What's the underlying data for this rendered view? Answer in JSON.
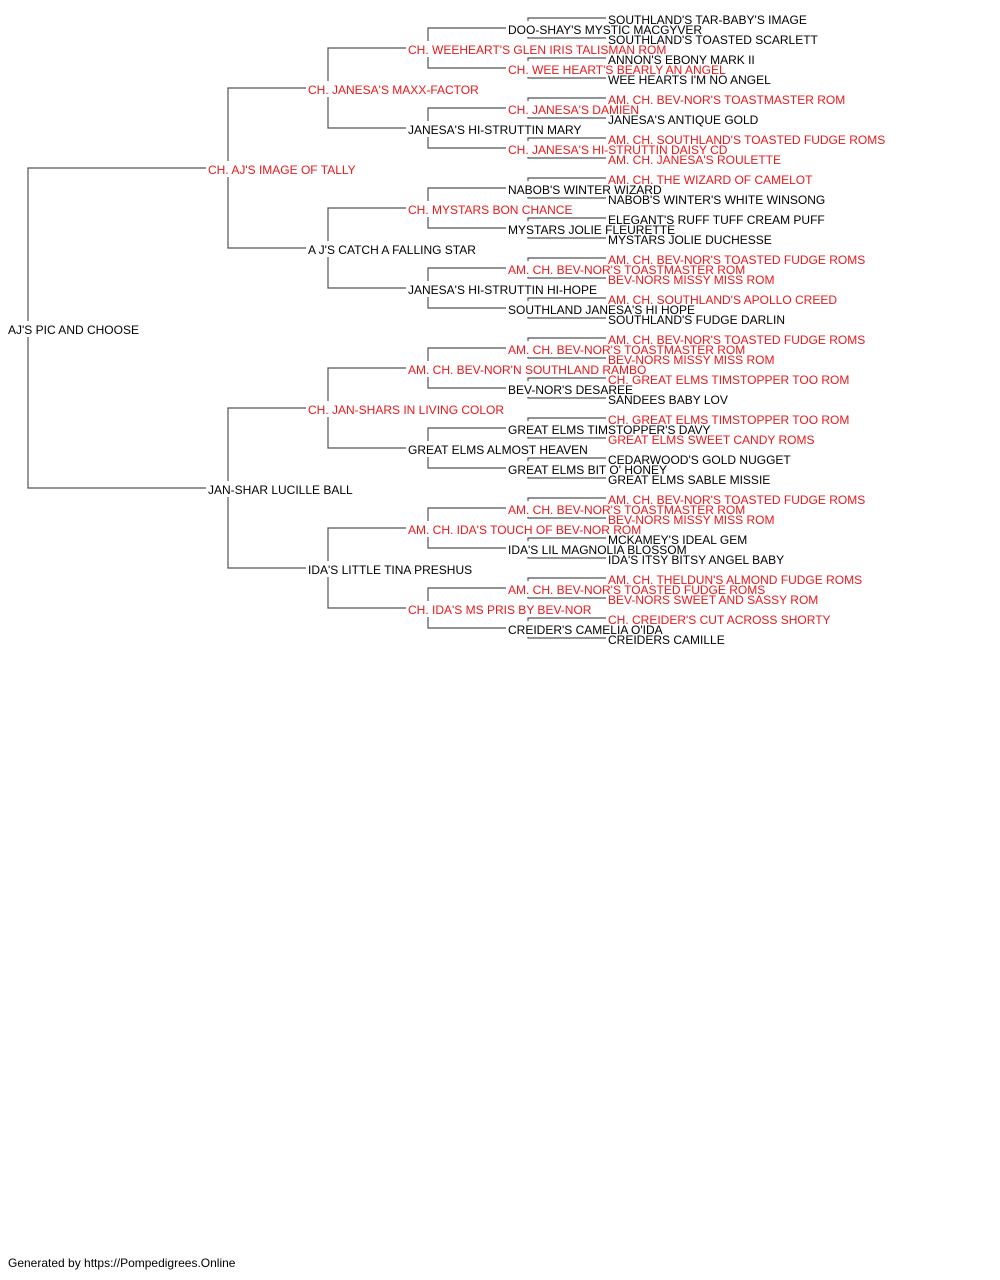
{
  "colors": {
    "champion": "#e8191c",
    "normal": "#000000"
  },
  "pedigree": {
    "name": "AJ'S PIC AND CHOOSE",
    "champion": false,
    "sire": {
      "name": "CH. AJ'S IMAGE OF TALLY",
      "champion": true,
      "sire": {
        "name": "CH. JANESA'S MAXX-FACTOR",
        "champion": true,
        "sire": {
          "name": "CH. WEEHEART'S GLEN IRIS TALISMAN ROM",
          "champion": true,
          "sire": {
            "name": "DOO-SHAY'S MYSTIC MACGYVER",
            "champion": false,
            "sire": {
              "name": "SOUTHLAND'S TAR-BABY'S IMAGE",
              "champion": false
            },
            "dam": {
              "name": "SOUTHLAND'S TOASTED SCARLETT",
              "champion": false
            }
          },
          "dam": {
            "name": "CH. WEE HEART'S BEARLY AN ANGEL",
            "champion": true,
            "sire": {
              "name": "ANNON'S EBONY MARK II",
              "champion": false
            },
            "dam": {
              "name": "WEE HEARTS I'M NO ANGEL",
              "champion": false
            }
          }
        },
        "dam": {
          "name": "JANESA'S HI-STRUTTIN MARY",
          "champion": false,
          "sire": {
            "name": "CH. JANESA'S DAMIEN",
            "champion": true,
            "sire": {
              "name": "AM. CH. BEV-NOR'S TOASTMASTER ROM",
              "champion": true
            },
            "dam": {
              "name": "JANESA'S ANTIQUE GOLD",
              "champion": false
            }
          },
          "dam": {
            "name": "CH. JANESA'S HI-STRUTTIN DAISY CD",
            "champion": true,
            "sire": {
              "name": "AM. CH. SOUTHLAND'S TOASTED FUDGE ROMS",
              "champion": true
            },
            "dam": {
              "name": "AM. CH. JANESA'S ROULETTE",
              "champion": true
            }
          }
        }
      },
      "dam": {
        "name": "A J'S CATCH A FALLING STAR",
        "champion": false,
        "sire": {
          "name": "CH. MYSTARS BON CHANCE",
          "champion": true,
          "sire": {
            "name": "NABOB'S WINTER WIZARD",
            "champion": false,
            "sire": {
              "name": "AM. CH. THE WIZARD OF CAMELOT",
              "champion": true
            },
            "dam": {
              "name": "NABOB'S WINTER'S WHITE WINSONG",
              "champion": false
            }
          },
          "dam": {
            "name": "MYSTARS JOLIE FLEURETTE",
            "champion": false,
            "sire": {
              "name": "ELEGANT'S RUFF TUFF CREAM PUFF",
              "champion": false
            },
            "dam": {
              "name": "MYSTARS JOLIE DUCHESSE",
              "champion": false
            }
          }
        },
        "dam": {
          "name": "JANESA'S HI-STRUTTIN HI-HOPE",
          "champion": false,
          "sire": {
            "name": "AM. CH. BEV-NOR'S TOASTMASTER ROM",
            "champion": true,
            "sire": {
              "name": "AM. CH. BEV-NOR'S TOASTED FUDGE ROMS",
              "champion": true
            },
            "dam": {
              "name": "BEV-NORS MISSY MISS ROM",
              "champion": true
            }
          },
          "dam": {
            "name": "SOUTHLAND JANESA'S HI HOPE",
            "champion": false,
            "sire": {
              "name": "AM. CH. SOUTHLAND'S APOLLO CREED",
              "champion": true
            },
            "dam": {
              "name": "SOUTHLAND'S FUDGE DARLIN",
              "champion": false
            }
          }
        }
      }
    },
    "dam": {
      "name": "JAN-SHAR LUCILLE BALL",
      "champion": false,
      "sire": {
        "name": "CH. JAN-SHARS IN LIVING COLOR",
        "champion": true,
        "sire": {
          "name": "AM. CH. BEV-NOR'N SOUTHLAND RAMBO",
          "champion": true,
          "sire": {
            "name": "AM. CH. BEV-NOR'S TOASTMASTER ROM",
            "champion": true,
            "sire": {
              "name": "AM. CH. BEV-NOR'S TOASTED FUDGE ROMS",
              "champion": true
            },
            "dam": {
              "name": "BEV-NORS MISSY MISS ROM",
              "champion": true
            }
          },
          "dam": {
            "name": "BEV-NOR'S DESAREE",
            "champion": false,
            "sire": {
              "name": "CH. GREAT ELMS TIMSTOPPER TOO ROM",
              "champion": true
            },
            "dam": {
              "name": "SANDEES BABY LOV",
              "champion": false
            }
          }
        },
        "dam": {
          "name": "GREAT ELMS ALMOST HEAVEN",
          "champion": false,
          "sire": {
            "name": "GREAT ELMS TIMSTOPPER'S DAVY",
            "champion": false,
            "sire": {
              "name": "CH. GREAT ELMS TIMSTOPPER TOO ROM",
              "champion": true
            },
            "dam": {
              "name": "GREAT ELMS SWEET CANDY ROMS",
              "champion": true
            }
          },
          "dam": {
            "name": "GREAT ELMS BIT O' HONEY",
            "champion": false,
            "sire": {
              "name": "CEDARWOOD'S GOLD NUGGET",
              "champion": false
            },
            "dam": {
              "name": "GREAT ELMS SABLE MISSIE",
              "champion": false
            }
          }
        }
      },
      "dam": {
        "name": "IDA'S LITTLE TINA PRESHUS",
        "champion": false,
        "sire": {
          "name": "AM. CH. IDA'S TOUCH OF BEV-NOR ROM",
          "champion": true,
          "sire": {
            "name": "AM. CH. BEV-NOR'S TOASTMASTER ROM",
            "champion": true,
            "sire": {
              "name": "AM. CH. BEV-NOR'S TOASTED FUDGE ROMS",
              "champion": true
            },
            "dam": {
              "name": "BEV-NORS MISSY MISS ROM",
              "champion": true
            }
          },
          "dam": {
            "name": "IDA'S LIL MAGNOLIA BLOSSOM",
            "champion": false,
            "sire": {
              "name": "MCKAMEY'S IDEAL GEM",
              "champion": false
            },
            "dam": {
              "name": "IDA'S ITSY BITSY ANGEL BABY",
              "champion": false
            }
          }
        },
        "dam": {
          "name": "CH. IDA'S MS PRIS BY BEV-NOR",
          "champion": true,
          "sire": {
            "name": "AM. CH. BEV-NOR'S TOASTED FUDGE ROMS",
            "champion": true,
            "sire": {
              "name": "AM. CH. THELDUN'S ALMOND FUDGE ROMS",
              "champion": true
            },
            "dam": {
              "name": "BEV-NORS SWEET AND SASSY ROM",
              "champion": true
            }
          },
          "dam": {
            "name": "CREIDER'S CAMELIA O'IDA",
            "champion": false,
            "sire": {
              "name": "CH. CREIDER'S CUT ACROSS SHORTY",
              "champion": true
            },
            "dam": {
              "name": "CREIDERS CAMILLE",
              "champion": false
            }
          }
        }
      }
    }
  },
  "footer": {
    "text": "Generated by https://Pompedigrees.Online"
  }
}
